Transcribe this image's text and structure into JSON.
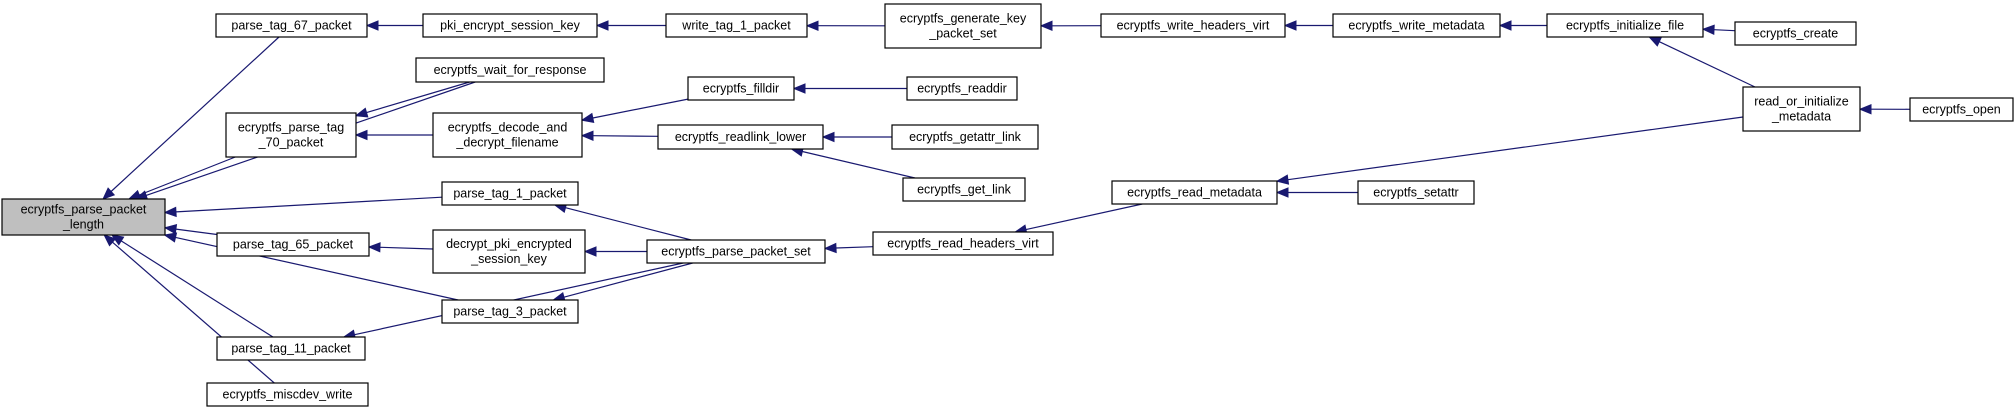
{
  "colors": {
    "edge": "#191970",
    "root_fill": "#bfbfbf",
    "node_fill": "#ffffff",
    "border": "#000000"
  },
  "nodes": [
    {
      "id": "n_root",
      "lines": [
        "ecryptfs_parse_packet",
        "_length"
      ],
      "root": true
    },
    {
      "id": "n_tag67",
      "lines": [
        "parse_tag_67_packet"
      ]
    },
    {
      "id": "n_pki_sess",
      "lines": [
        "pki_encrypt_session_key"
      ]
    },
    {
      "id": "n_wtag1",
      "lines": [
        "write_tag_1_packet"
      ]
    },
    {
      "id": "n_genkey",
      "lines": [
        "ecryptfs_generate_key",
        "_packet_set"
      ]
    },
    {
      "id": "n_whv",
      "lines": [
        "ecryptfs_write_headers_virt"
      ]
    },
    {
      "id": "n_wmeta",
      "lines": [
        "ecryptfs_write_metadata"
      ]
    },
    {
      "id": "n_initfile",
      "lines": [
        "ecryptfs_initialize_file"
      ]
    },
    {
      "id": "n_create",
      "lines": [
        "ecryptfs_create"
      ]
    },
    {
      "id": "n_wait",
      "lines": [
        "ecryptfs_wait_for_response"
      ]
    },
    {
      "id": "n_tag70",
      "lines": [
        "ecryptfs_parse_tag",
        "_70_packet"
      ]
    },
    {
      "id": "n_decode",
      "lines": [
        "ecryptfs_decode_and",
        "_decrypt_filename"
      ]
    },
    {
      "id": "n_filldir",
      "lines": [
        "ecryptfs_filldir"
      ]
    },
    {
      "id": "n_readdir",
      "lines": [
        "ecryptfs_readdir"
      ]
    },
    {
      "id": "n_rorinit",
      "lines": [
        "read_or_initialize",
        "_metadata"
      ]
    },
    {
      "id": "n_open",
      "lines": [
        "ecryptfs_open"
      ]
    },
    {
      "id": "n_rlower",
      "lines": [
        "ecryptfs_readlink_lower"
      ]
    },
    {
      "id": "n_getattr",
      "lines": [
        "ecryptfs_getattr_link"
      ]
    },
    {
      "id": "n_getlink",
      "lines": [
        "ecryptfs_get_link"
      ]
    },
    {
      "id": "n_tag1",
      "lines": [
        "parse_tag_1_packet"
      ]
    },
    {
      "id": "n_readmeta",
      "lines": [
        "ecryptfs_read_metadata"
      ]
    },
    {
      "id": "n_setattr",
      "lines": [
        "ecryptfs_setattr"
      ]
    },
    {
      "id": "n_tag65",
      "lines": [
        "parse_tag_65_packet"
      ]
    },
    {
      "id": "n_decrypt",
      "lines": [
        "decrypt_pki_encrypted",
        "_session_key"
      ]
    },
    {
      "id": "n_pset",
      "lines": [
        "ecryptfs_parse_packet_set"
      ]
    },
    {
      "id": "n_rhv",
      "lines": [
        "ecryptfs_read_headers_virt"
      ]
    },
    {
      "id": "n_tag3",
      "lines": [
        "parse_tag_3_packet"
      ]
    },
    {
      "id": "n_tag11",
      "lines": [
        "parse_tag_11_packet"
      ]
    },
    {
      "id": "n_misc",
      "lines": [
        "ecryptfs_miscdev_write"
      ]
    }
  ],
  "edges": [
    [
      "n_tag67",
      "n_root"
    ],
    [
      "n_wait",
      "n_root"
    ],
    [
      "n_tag70",
      "n_root"
    ],
    [
      "n_tag1",
      "n_root"
    ],
    [
      "n_tag65",
      "n_root"
    ],
    [
      "n_tag3",
      "n_root"
    ],
    [
      "n_tag11",
      "n_root"
    ],
    [
      "n_misc",
      "n_root"
    ],
    [
      "n_pki_sess",
      "n_tag67"
    ],
    [
      "n_wtag1",
      "n_pki_sess"
    ],
    [
      "n_genkey",
      "n_wtag1"
    ],
    [
      "n_whv",
      "n_genkey"
    ],
    [
      "n_wmeta",
      "n_whv"
    ],
    [
      "n_initfile",
      "n_wmeta"
    ],
    [
      "n_create",
      "n_initfile"
    ],
    [
      "n_rorinit",
      "n_initfile"
    ],
    [
      "n_open",
      "n_rorinit"
    ],
    [
      "n_wait",
      "n_tag70"
    ],
    [
      "n_decode",
      "n_tag70"
    ],
    [
      "n_filldir",
      "n_decode"
    ],
    [
      "n_rlower",
      "n_decode"
    ],
    [
      "n_readdir",
      "n_filldir"
    ],
    [
      "n_getattr",
      "n_rlower"
    ],
    [
      "n_getlink",
      "n_rlower"
    ],
    [
      "n_pset",
      "n_tag1"
    ],
    [
      "n_decrypt",
      "n_tag65"
    ],
    [
      "n_pset",
      "n_decrypt"
    ],
    [
      "n_pset",
      "n_tag3"
    ],
    [
      "n_pset",
      "n_tag11"
    ],
    [
      "n_rhv",
      "n_pset"
    ],
    [
      "n_readmeta",
      "n_rhv"
    ],
    [
      "n_setattr",
      "n_readmeta"
    ],
    [
      "n_rorinit",
      "n_readmeta"
    ]
  ]
}
